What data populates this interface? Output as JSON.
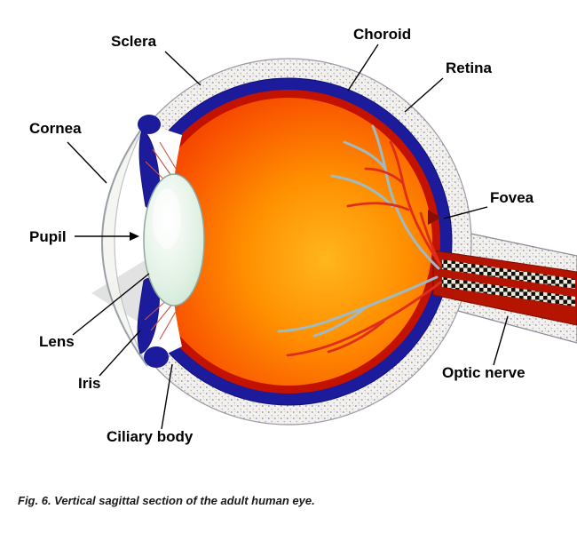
{
  "figure": {
    "caption": "Fig. 6. Vertical sagittal section of the adult human eye.",
    "labels": {
      "sclera": "Sclera",
      "choroid": "Choroid",
      "retina": "Retina",
      "cornea": "Cornea",
      "pupil": "Pupil",
      "fovea": "Fovea",
      "lens": "Lens",
      "iris": "Iris",
      "ciliary_body": "Ciliary body",
      "optic_nerve": "Optic nerve"
    },
    "colors": {
      "choroid_blue": "#1b1b9b",
      "retina_red": "#c41200",
      "vitreous_center_orange": "#ff9000",
      "vitreous_edge_red": "#ea2800",
      "lens_pale_green": "#dff0e2",
      "vessel_red": "#e02d1a",
      "vessel_blue_gray": "#9fbac3",
      "optic_nerve_red": "#b51500",
      "label_text": "#000000"
    }
  }
}
